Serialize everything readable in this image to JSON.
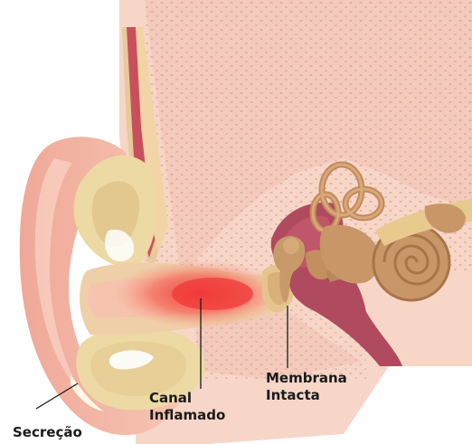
{
  "labels": {
    "membrana": {
      "line1": "Membrana",
      "line2": "Intacta"
    },
    "canal": {
      "line1": "Canal",
      "line2": "Inflamado"
    },
    "secrecao": {
      "line1": "Secreção"
    }
  },
  "colors": {
    "skin": "#f2b8a8",
    "skin_dark": "#e39a88",
    "tissue": "#f6d3c4",
    "cartilage": "#ecd9a4",
    "cartilage_dark": "#d8bf82",
    "canal_wall": "#efcfa8",
    "inflammation": "#f03e3e",
    "cavity": "#b04a5e",
    "ossicle": "#c89a6a",
    "cochlea": "#c99668",
    "bone_dots": "#d8a898",
    "discharge": "#fff8e6"
  }
}
